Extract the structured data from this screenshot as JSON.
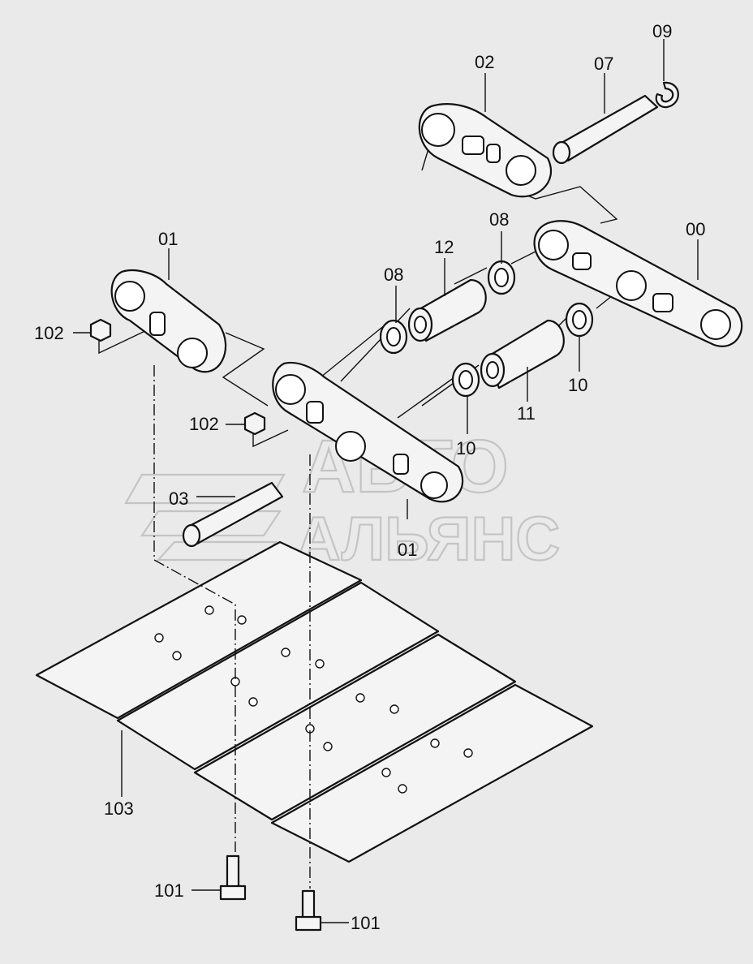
{
  "diagram": {
    "watermark": {
      "line1": "АВТО",
      "line2": "АЛЬЯНС"
    },
    "callouts": [
      {
        "id": "c00",
        "text": "00"
      },
      {
        "id": "c01a",
        "text": "01"
      },
      {
        "id": "c01b",
        "text": "01"
      },
      {
        "id": "c02",
        "text": "02"
      },
      {
        "id": "c03",
        "text": "03"
      },
      {
        "id": "c07",
        "text": "07"
      },
      {
        "id": "c08a",
        "text": "08"
      },
      {
        "id": "c08b",
        "text": "08"
      },
      {
        "id": "c09",
        "text": "09"
      },
      {
        "id": "c10a",
        "text": "10"
      },
      {
        "id": "c10b",
        "text": "10"
      },
      {
        "id": "c11",
        "text": "11"
      },
      {
        "id": "c12",
        "text": "12"
      },
      {
        "id": "c101a",
        "text": "101"
      },
      {
        "id": "c101b",
        "text": "101"
      },
      {
        "id": "c102a",
        "text": "102"
      },
      {
        "id": "c102b",
        "text": "102"
      },
      {
        "id": "c103",
        "text": "103"
      }
    ]
  }
}
